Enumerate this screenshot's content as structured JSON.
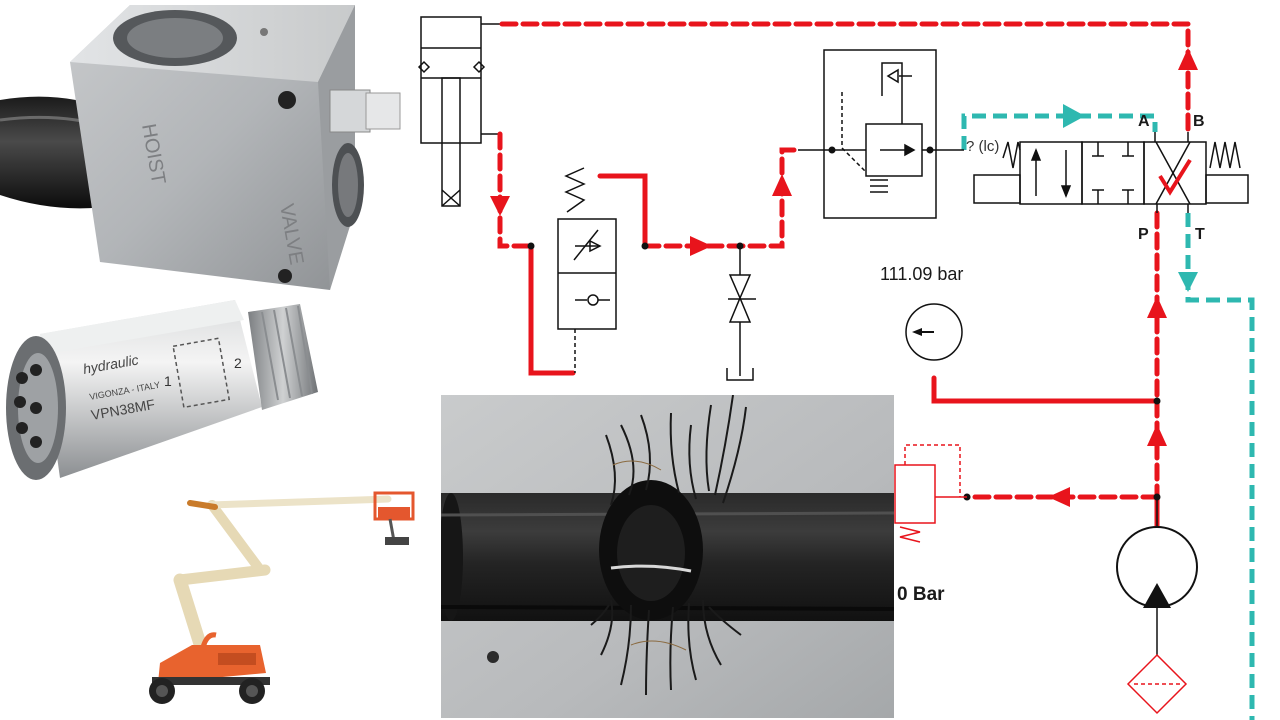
{
  "ports": {
    "a": "A",
    "b": "B",
    "p": "P",
    "t": "T"
  },
  "pressure_gauge": {
    "reading": "111.09 bar"
  },
  "load_control_label": "? (lc)",
  "relief_valve": {
    "reading": "0 Bar"
  },
  "valve_block": {
    "engraving_top": "HOIST",
    "engraving_bottom": "VALVE"
  },
  "check_valve": {
    "brand": "hydraulic",
    "model": "VPN38MF",
    "origin": "VIGONZA - ITALY",
    "port_in": "1",
    "port_out": "2"
  },
  "colors": {
    "pressure_line": "#e8141c",
    "return_line": "#2eb8b0",
    "schematic": "#111111"
  },
  "icons": [
    "lift-icon",
    "hose-photo",
    "pressure-gauge-icon",
    "pump-icon",
    "filter-icon"
  ]
}
